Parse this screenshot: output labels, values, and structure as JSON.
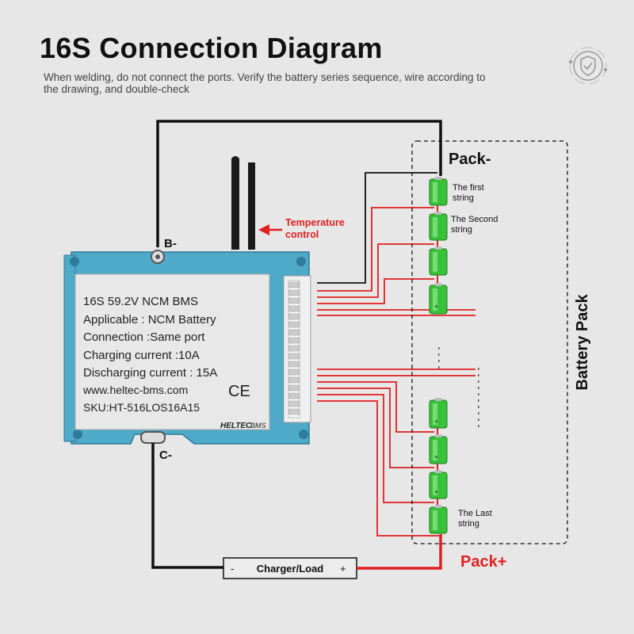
{
  "header": {
    "title": "16S Connection Diagram",
    "subtitle": "When welding, do not connect the ports. Verify the battery series sequence, wire according to the drawing, and double-check"
  },
  "bms": {
    "label_lines": [
      "16S 59.2V NCM BMS",
      "Applicable : NCM Battery",
      "Connection :Same port",
      "Charging current :10A",
      "Discharging current : 15A",
      "www.heltec-bms.com",
      "SKU:HT-516LOS16A15"
    ],
    "ce_mark": "CE",
    "brand": "HELTEC",
    "brand_suffix": "BMS",
    "b_minus": "B-",
    "c_minus": "C-",
    "temperature_label_1": "Temperature",
    "temperature_label_2": "control"
  },
  "pack": {
    "pack_minus": "Pack-",
    "pack_plus": "Pack+",
    "battery_pack": "Battery Pack",
    "first_string_1": "The first",
    "first_string_2": "string",
    "second_string_1": "The Second",
    "second_string_2": "string",
    "last_string_1": "The Last",
    "last_string_2": "string",
    "cell_plus": "+"
  },
  "load": {
    "label": "Charger/Load",
    "minus": "-",
    "plus": "+"
  },
  "colors": {
    "board": "#4fa9c8",
    "wire_red": "#e02020",
    "wire_black": "#111111",
    "cell_green": "#38c23a"
  }
}
